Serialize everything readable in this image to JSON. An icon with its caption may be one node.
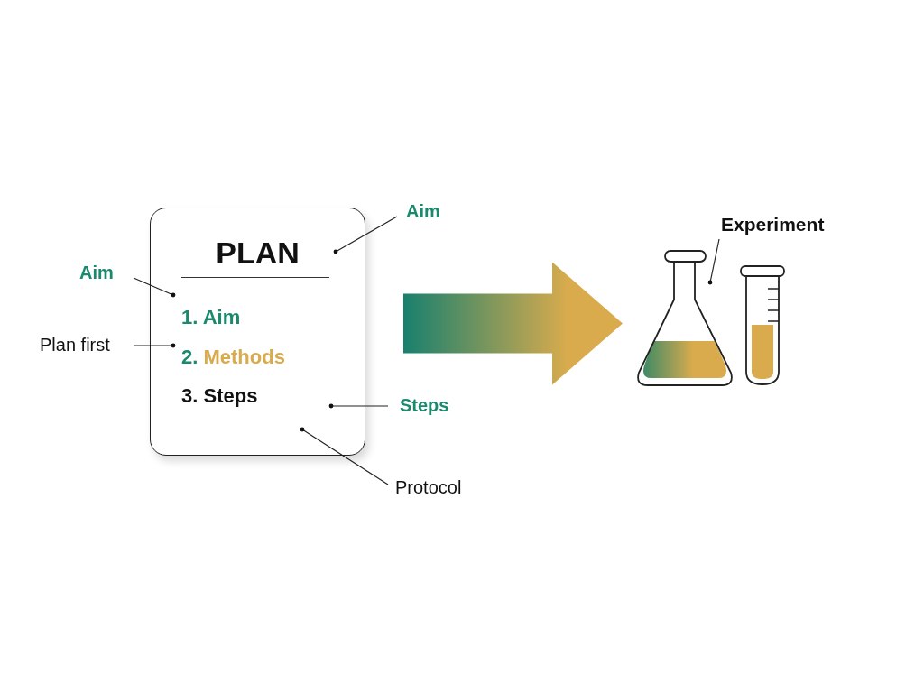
{
  "diagram": {
    "nodes": [
      {
        "text": [
          "PLAN",
          "1. Aim",
          "2. Methods",
          "3. Steps"
        ]
      },
      {
        "text": [
          "Aim"
        ]
      },
      {
        "text": [
          "Aim"
        ]
      },
      {
        "text": [
          "Plan first"
        ]
      },
      {
        "text": [
          "Steps"
        ]
      },
      {
        "text": [
          "Protocol"
        ]
      },
      {
        "text": [],
        "shape": "picture"
      },
      {
        "text": [
          "Experiment"
        ]
      }
    ],
    "edges": [
      {
        "from": 1,
        "to": 0,
        "arrow": "other"
      },
      {
        "from": 2,
        "to": 0,
        "arrow": "other"
      },
      {
        "from": 3,
        "to": 0,
        "arrow": "other"
      },
      {
        "from": 4,
        "to": 0,
        "arrow": "other"
      },
      {
        "from": 5,
        "to": 0,
        "arrow": "other"
      },
      {
        "from": 0,
        "to": 6,
        "arrow": "to",
        "style": "thick"
      },
      {
        "from": 7,
        "to": 6,
        "arrow": "other"
      }
    ]
  }
}
